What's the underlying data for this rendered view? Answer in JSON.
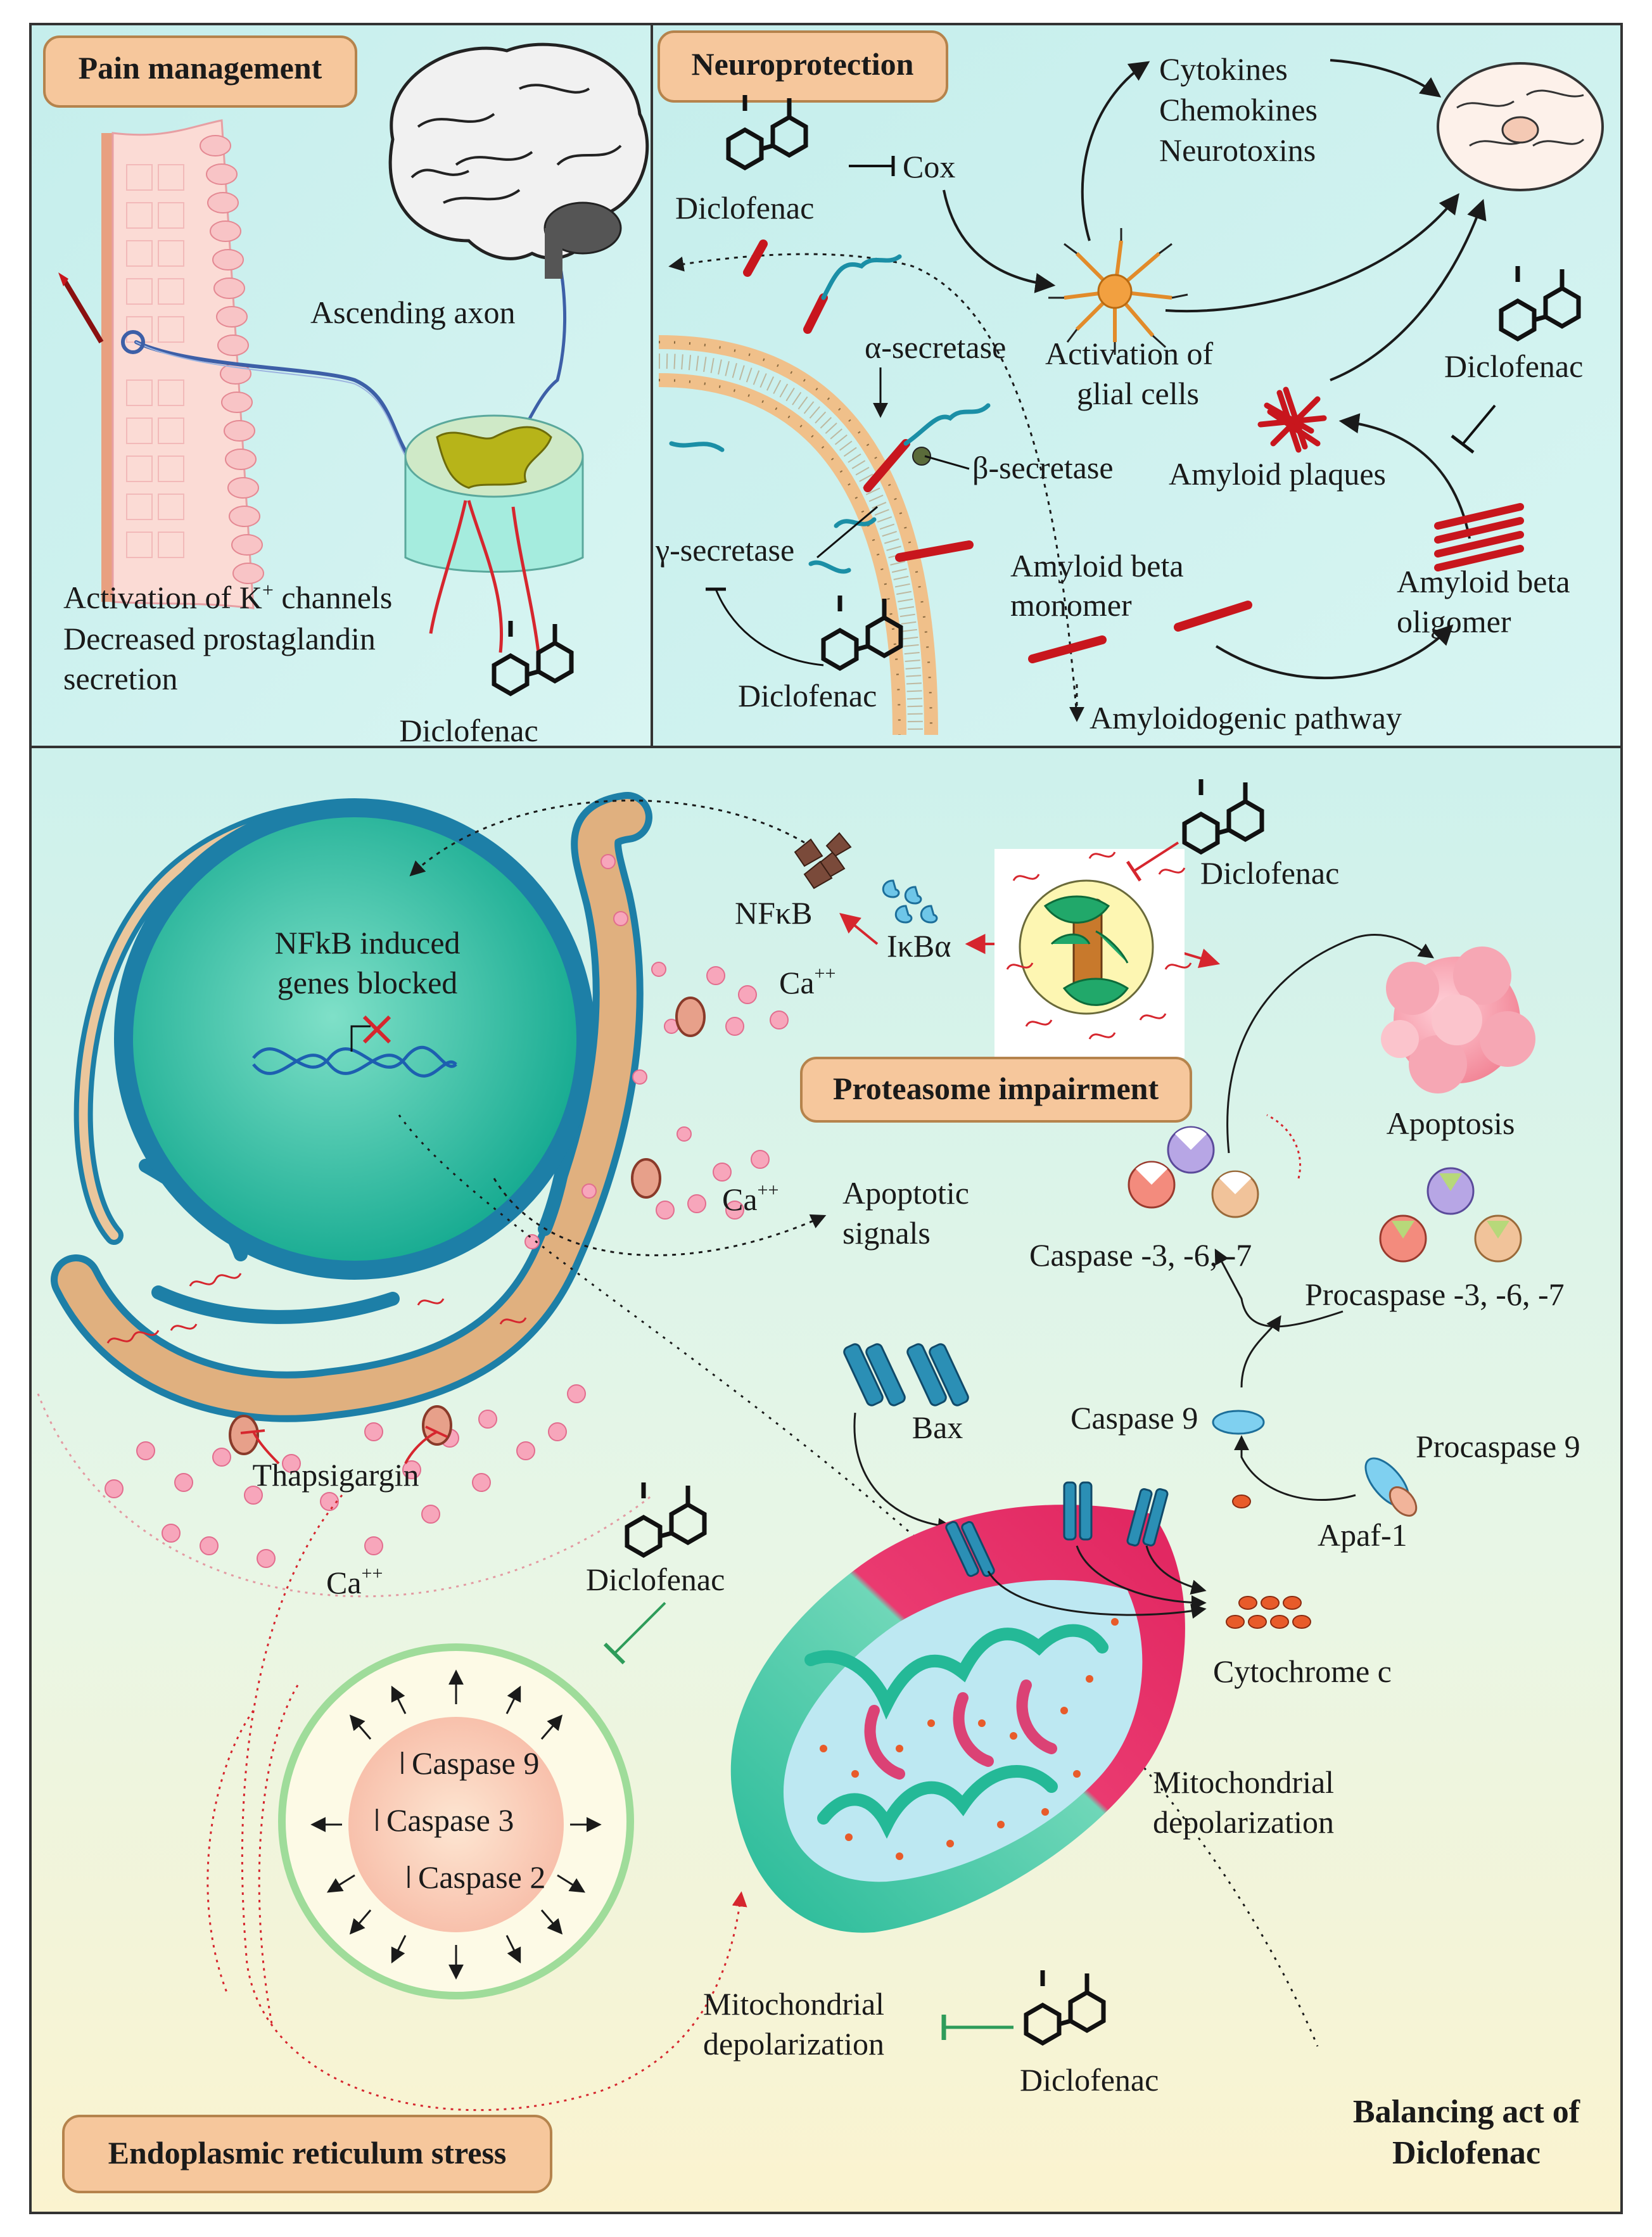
{
  "panels": {
    "pain": {
      "header": "Pain management",
      "ascending_axon": "Ascending axon",
      "activation_line1_pre": "Activation of K",
      "activation_line1_sup": "+",
      "activation_line1_post": " channels",
      "decreased_line2": "Decreased prostaglandin",
      "decreased_line3": "secretion",
      "drug": "Diclofenac"
    },
    "neuro": {
      "header": "Neuroprotection",
      "drug_top": "Diclofenac",
      "cox": "Cox",
      "cytokines": "Cytokines",
      "chemokines": "Chemokines",
      "neurotoxins": "Neurotoxins",
      "alpha_secretase": "α-secretase",
      "activation_glial_1": "Activation of",
      "activation_glial_2": "glial cells",
      "drug_right": "Diclofenac",
      "beta_secretase": "β-secretase",
      "amyloid_plaques": "Amyloid plaques",
      "gamma_secretase": "γ-secretase",
      "amyloid_monomer_1": "Amyloid beta",
      "amyloid_monomer_2": "monomer",
      "amyloid_oligomer_1": "Amyloid beta",
      "amyloid_oligomer_2": "oligomer",
      "drug_bottom": "Diclofenac",
      "amyloidogenic": "Amyloidogenic pathway"
    },
    "bottom": {
      "nfkb_genes_1": "NFkB induced",
      "nfkb_genes_2": "genes blocked",
      "nfkb": "NFκB",
      "ikba": "IκBα",
      "drug_proteasome": "Diclofenac",
      "ca_top": "Ca",
      "ca_top_sup": "++",
      "proteasome": "Proteasome impairment",
      "apoptosis": "Apoptosis",
      "ca_mid": "Ca",
      "ca_mid_sup": "++",
      "apoptotic_signals_1": "Apoptotic",
      "apoptotic_signals_2": "signals",
      "caspase_367": "Caspase -3, -6, -7",
      "procaspase_367": "Procaspase -3, -6, -7",
      "bax": "Bax",
      "caspase9": "Caspase 9",
      "procaspase9": "Procaspase 9",
      "thapsigargin": "Thapsigargin",
      "apaf1": "Apaf-1",
      "ca_low": "Ca",
      "ca_low_sup": "++",
      "drug_er": "Diclofenac",
      "cytochrome": "Cytochrome c",
      "casp9_up": "Caspase 9",
      "casp3_up": "Caspase 3",
      "casp2_up": "Caspase 2",
      "mito_depol_right_1": "Mitochondrial",
      "mito_depol_right_2": "depolarization",
      "mito_depol_left_1": "Mitochondrial",
      "mito_depol_left_2": "depolarization",
      "drug_mito": "Diclofenac",
      "balancing_1": "Balancing act of",
      "balancing_2": "Diclofenac",
      "er_stress": "Endoplasmic reticulum stress"
    }
  },
  "colors": {
    "header_fill": "#f6c79c",
    "header_stroke": "#b5834c",
    "bg_top": "#c9f1f0",
    "bg_bottom_a": "#d4f3ee",
    "bg_bottom_b": "#fbf6d6",
    "inhibit_green": "#2e9c5a",
    "inhibit_red": "#d6262e",
    "amyloid_red": "#c8161d",
    "nucleus": "#17b79c",
    "er_blue": "#1d7fa7",
    "mito_pink": "#e8326b",
    "mito_teal": "#1fb69a"
  }
}
